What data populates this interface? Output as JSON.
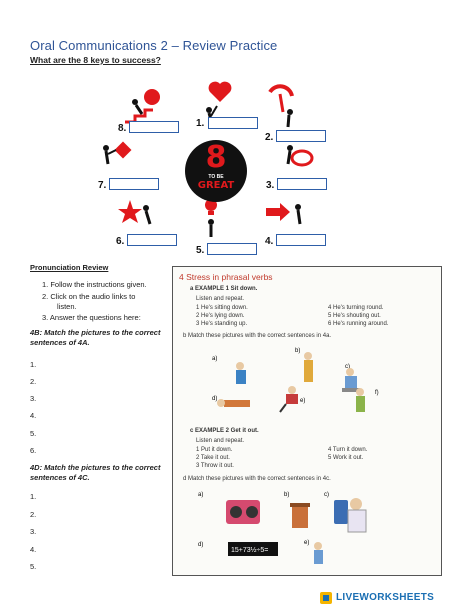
{
  "title": "Oral Communications 2 – Review Practice",
  "subtitle": "What are the 8 keys to success?",
  "keys": [
    {
      "label": "1.",
      "icon": "heart-figure"
    },
    {
      "label": "2.",
      "icon": "hammer-figure"
    },
    {
      "label": "3.",
      "icon": "ring-figure"
    },
    {
      "label": "4.",
      "icon": "arrow-figure"
    },
    {
      "label": "5.",
      "icon": "bulb-figure"
    },
    {
      "label": "6.",
      "icon": "star-figure"
    },
    {
      "label": "7.",
      "icon": "diamond-figure"
    },
    {
      "label": "8.",
      "icon": "stairs-figure"
    }
  ],
  "center": {
    "number": "8",
    "to_be": "TO BE",
    "word": "GREAT"
  },
  "pronunciation": {
    "heading": "Pronunciation Review",
    "instructions": [
      "1.   Follow the instructions given.",
      "2.   Click on the audio links to",
      "listen.",
      "3.   Answer the questions here:"
    ],
    "q4b": "4B: Match the pictures to the correct sentences of 4A.",
    "q4b_lines": [
      "1.",
      "2.",
      "3.",
      "4.",
      "5.",
      "6."
    ],
    "q4d": "4D: Match the pictures to the correct sentences of 4C.",
    "q4d_lines": [
      "1.",
      "2.",
      "3.",
      "4.",
      "5."
    ]
  },
  "book": {
    "title": "4  Stress in phrasal verbs",
    "a_label": "a  EXAMPLE 1  Sit down.",
    "listen": "Listen and repeat.",
    "a_items": [
      "1  He's sitting down.",
      "2  He's lying down.",
      "3  He's standing up.",
      "4  He's turning round.",
      "5  He's shouting out.",
      "6  He's running around."
    ],
    "b_label": "b  Match these pictures with the correct sentences in 4a.",
    "b_letters": [
      "a)",
      "b)",
      "c)",
      "d)",
      "e)",
      "f)"
    ],
    "c_label": "c  EXAMPLE 2  Get it out.",
    "listen2": "Listen and repeat.",
    "c_items": [
      "1  Put it down.",
      "2  Take it out.",
      "3  Throw it out.",
      "4  Turn it down.",
      "5  Work it out."
    ],
    "d_label": "d  Match these pictures with the correct sentences in 4c.",
    "d_letters": [
      "a)",
      "b)",
      "c)",
      "d)",
      "e)"
    ],
    "math": "15+73½÷5="
  },
  "footer": "LIVEWORKSHEETS",
  "colors": {
    "accent": "#2f5496",
    "red": "#e0191c",
    "box": "#2e5ea8"
  }
}
